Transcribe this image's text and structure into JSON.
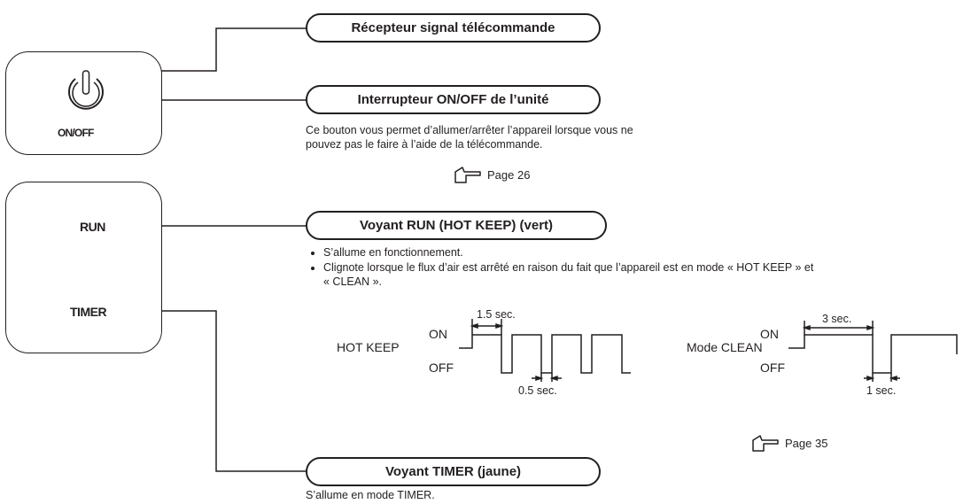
{
  "unit_panel": {
    "onoff_label": "ON/OFF"
  },
  "indicator_panel": {
    "run_label": "RUN",
    "timer_label": "TIMER"
  },
  "callouts": {
    "receiver_title": "Récepteur signal télécommande",
    "onoff_title": "Interrupteur ON/OFF de l’unité",
    "onoff_description_line1": "Ce bouton vous permet d’allumer/arrêter l’appareil lorsque vous ne",
    "onoff_description_line2": "pouvez pas le faire à l’aide de la télécommande.",
    "onoff_page_ref": "Page 26",
    "run_title": "Voyant RUN (HOT KEEP) (vert)",
    "run_bullets": [
      "S’allume en fonctionnement.",
      "Clignote lorsque le flux d’air est arrêté en raison du fait que l’appareil est en mode « HOT KEEP » et « CLEAN »."
    ],
    "timer_title": "Voyant TIMER (jaune)",
    "timer_description": "S’allume en mode TIMER."
  },
  "timing_diagrams": {
    "hot_keep": {
      "name": "HOT KEEP",
      "on_label": "ON",
      "off_label": "OFF",
      "on_duration": "1.5 sec.",
      "off_duration": "0.5 sec."
    },
    "clean": {
      "name": "Mode CLEAN",
      "on_label": "ON",
      "off_label": "OFF",
      "on_duration": "3 sec.",
      "off_duration": "1 sec.",
      "page_ref": "Page 35"
    }
  }
}
